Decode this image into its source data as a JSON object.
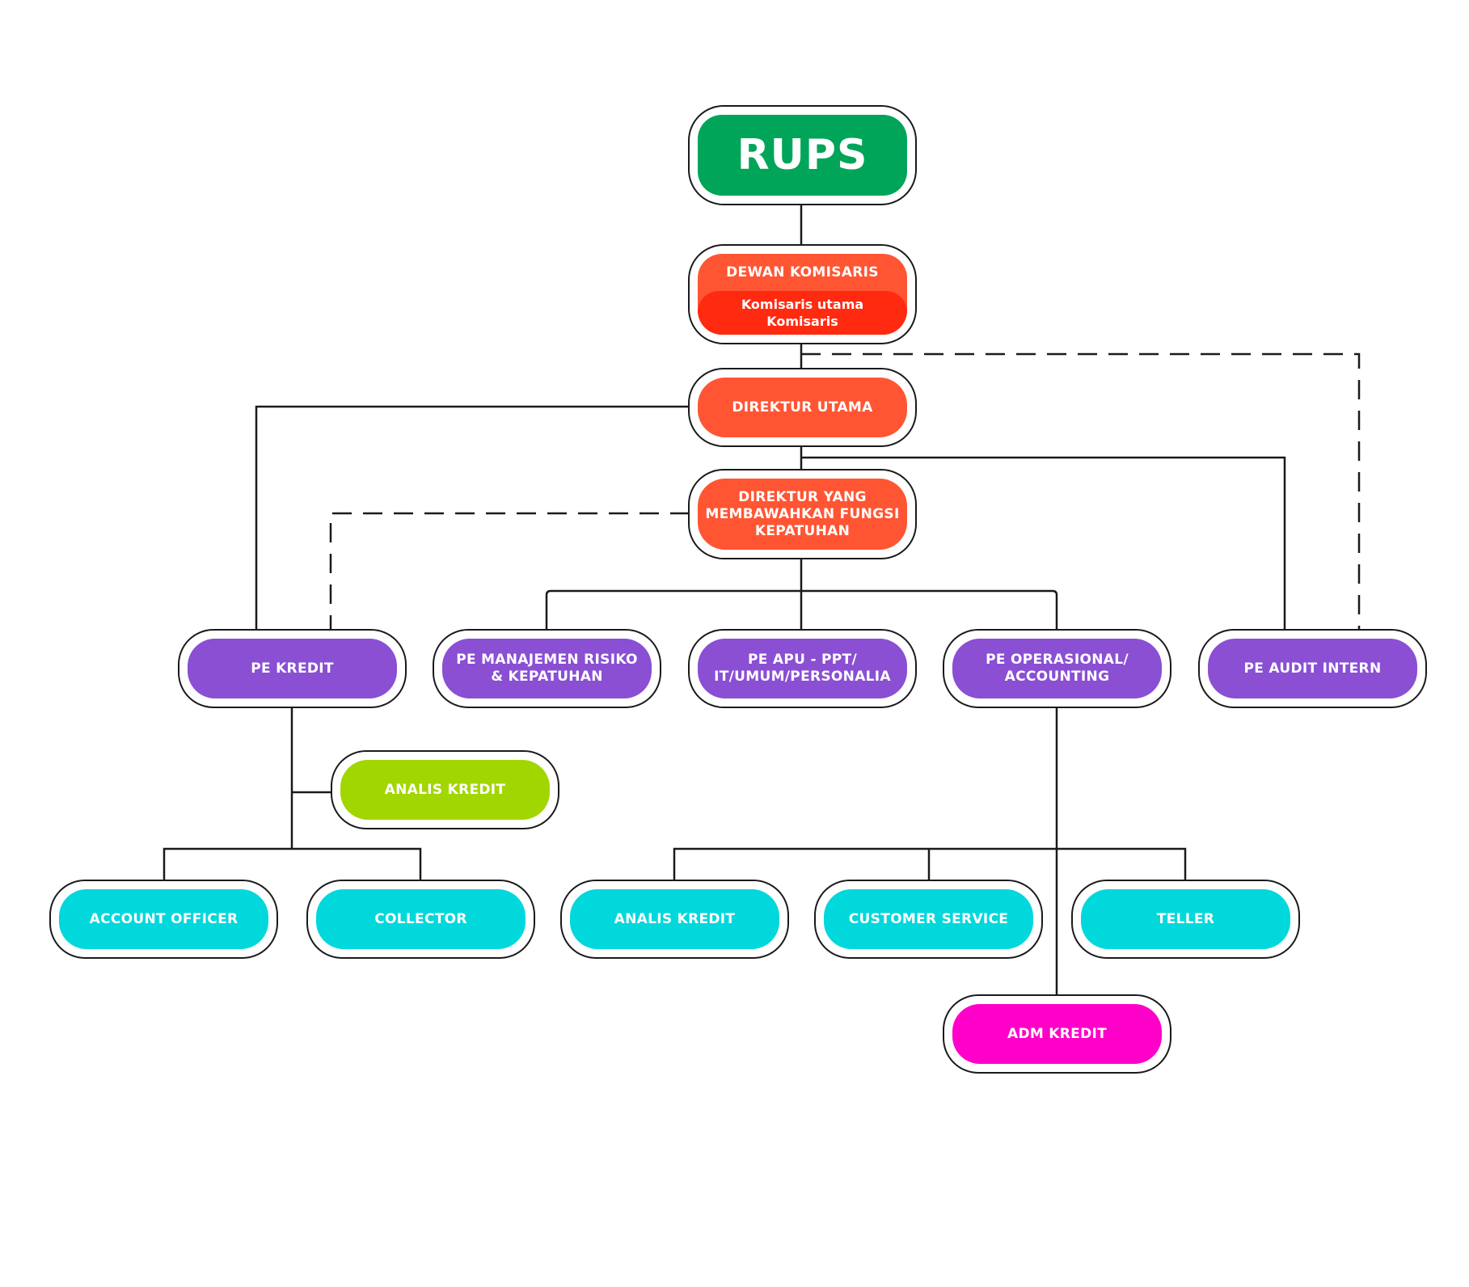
{
  "colors": {
    "green": "#00a55a",
    "orange": "#ff5533",
    "red": "#ff2a10",
    "purple": "#8a4fd3",
    "lime": "#a2d600",
    "cyan": "#00d8dc",
    "magenta": "#ff00c8",
    "line": "#1a1a1a"
  },
  "nodes": {
    "rups": "RUPS",
    "dewan_komisaris": {
      "title": "DEWAN KOMISARIS",
      "members": "Komisaris utama\nKomisaris"
    },
    "direktur_utama": "DIREKTUR UTAMA",
    "direktur_kepatuhan": "DIREKTUR YANG\nMEMBAWAHKAN FUNGSI\nKEPATUHAN",
    "pe_kredit": "PE KREDIT",
    "pe_manajemen_risiko": "PE MANAJEMEN RISIKO\n& KEPATUHAN",
    "pe_apu": "PE APU - PPT/\nIT/UMUM/PERSONALIA",
    "pe_operasional": "PE OPERASIONAL/\nACCOUNTING",
    "pe_audit_intern": "PE AUDIT INTERN",
    "analis_kredit_1": "ANALIS KREDIT",
    "account_officer": "ACCOUNT OFFICER",
    "collector": "COLLECTOR",
    "analis_kredit_2": "ANALIS KREDIT",
    "customer_service": "CUSTOMER SERVICE",
    "teller": "TELLER",
    "adm_kredit": "ADM KREDIT"
  }
}
